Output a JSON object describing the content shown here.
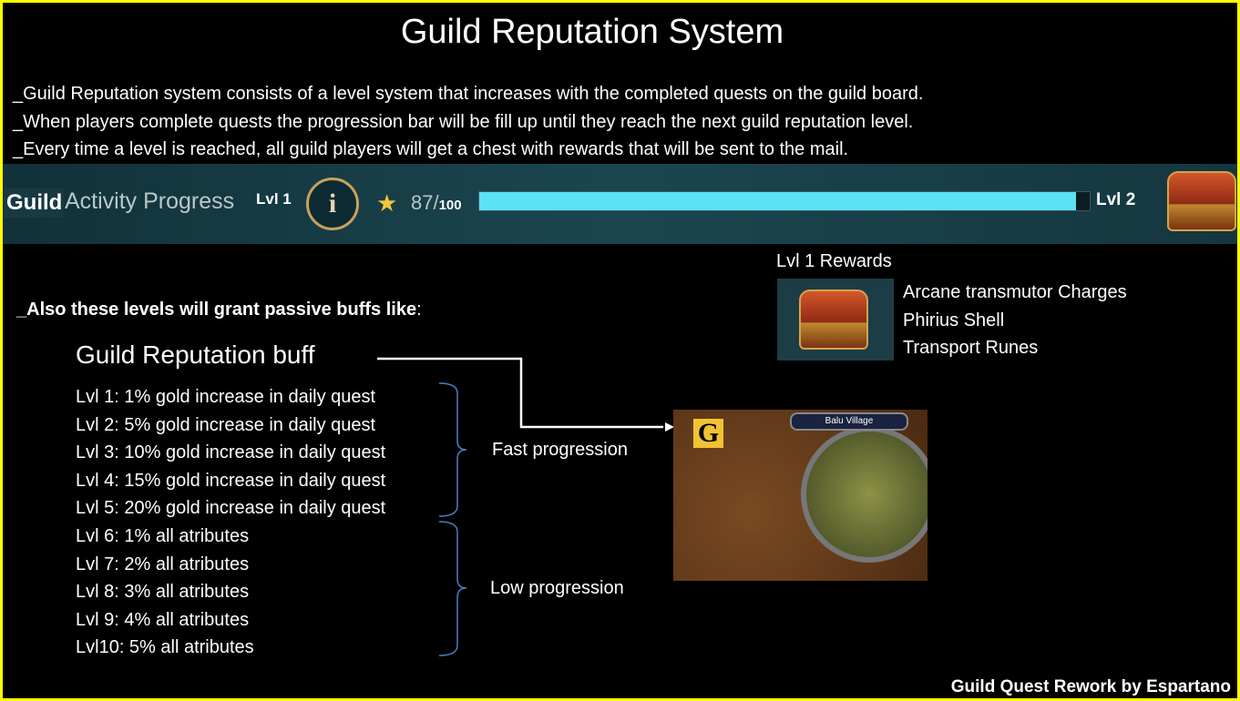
{
  "title": "Guild Reputation System",
  "intro": [
    "_Guild Reputation system consists of a level system that increases with the completed quests on the guild board.",
    "_When players complete quests the progression bar will be fill up until they reach the next guild reputation level.",
    "_Every time a level is reached, all guild players will get a chest with rewards that will be sent to the mail."
  ],
  "banner": {
    "guild": "Guild",
    "activity": "Activity Progress",
    "current_level": "Lvl 1",
    "info": "i",
    "points": "87/",
    "max": "100",
    "progress": 0.87,
    "next_level": "Lvl 2"
  },
  "rewards": {
    "title": "Lvl 1 Rewards",
    "items": [
      "Arcane transmutor Charges",
      "Phirius Shell",
      "Transport Runes"
    ]
  },
  "passive": {
    "heading": "_Also these levels will grant passive buffs like",
    "colon": ":",
    "buff_title": "Guild Reputation buff",
    "levels": [
      "Lvl 1: 1% gold increase in daily quest",
      "Lvl 2: 5% gold increase in daily quest",
      "Lvl 3: 10% gold increase in daily quest",
      "Lvl 4: 15% gold increase in daily quest",
      "Lvl 5: 20% gold increase in daily quest",
      "Lvl 6:  1% all atributes",
      "Lvl 7:  2% all atributes",
      "Lvl 8:  3% all atributes",
      "Lvl 9:  4% all atributes",
      "Lvl10: 5% all atributes"
    ],
    "fast": "Fast progression",
    "low": "Low progression"
  },
  "map": {
    "guild_icon": "G",
    "location": "Balu Village"
  },
  "credit": "Guild Quest Rework by Espartano"
}
